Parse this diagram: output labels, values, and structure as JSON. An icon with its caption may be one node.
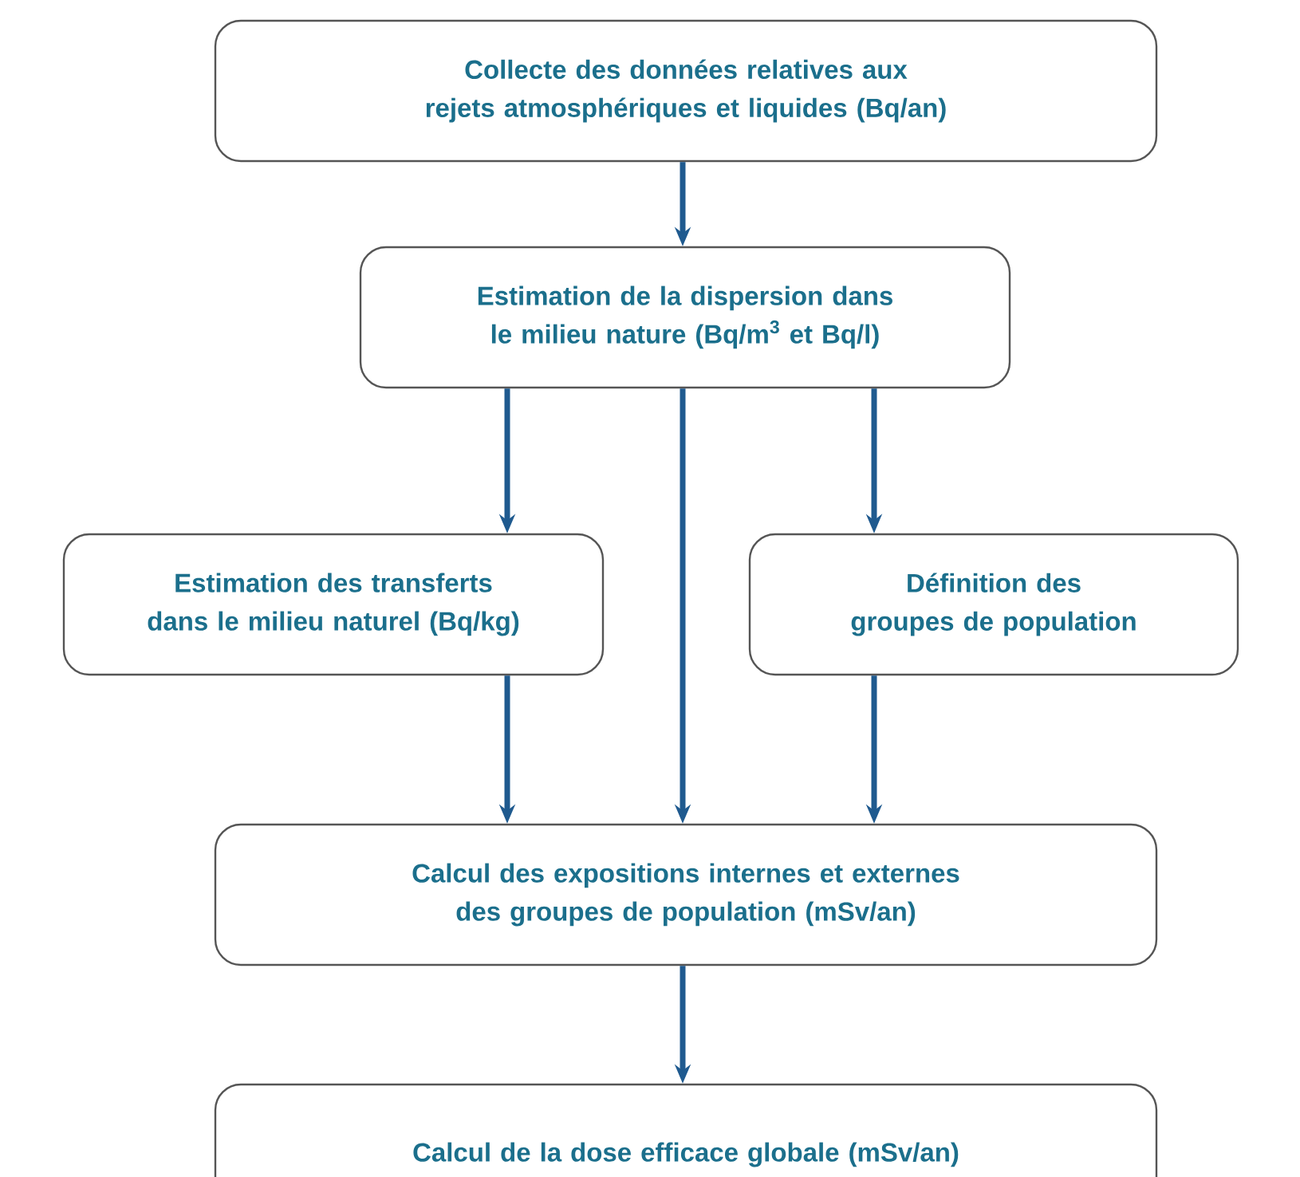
{
  "diagram": {
    "nodes": [
      {
        "text": [
          "Collecte des données relatives aux rejets atmosphériques et liquides (Bq/an)"
        ]
      },
      {
        "text": [
          "Estimation de la dispersion dans le milieu nature (Bq/m$^{3}$ et Bq/l)"
        ]
      },
      {
        "text": [
          "Estimation des transferts dans le milieu naturel (Bq/kg)"
        ]
      },
      {
        "text": [
          "Définition des groupes de population"
        ]
      },
      {
        "text": [
          "Calcul des expositions internes et externes des groupes de population (mSv/an)"
        ]
      },
      {
        "text": [
          "Calcul de la dose efficace globale (mSv/an)"
        ]
      }
    ],
    "edges": [
      {
        "from": 0,
        "to": 1,
        "arrow": "to"
      },
      {
        "from": 1,
        "to": 2,
        "arrow": "to"
      },
      {
        "from": 1,
        "to": 4,
        "arrow": "to"
      },
      {
        "from": 1,
        "to": 3,
        "arrow": "to"
      },
      {
        "from": 2,
        "to": 4,
        "arrow": "to"
      },
      {
        "from": 3,
        "to": 4,
        "arrow": "to"
      },
      {
        "from": 4,
        "to": 5,
        "arrow": "to"
      }
    ]
  }
}
